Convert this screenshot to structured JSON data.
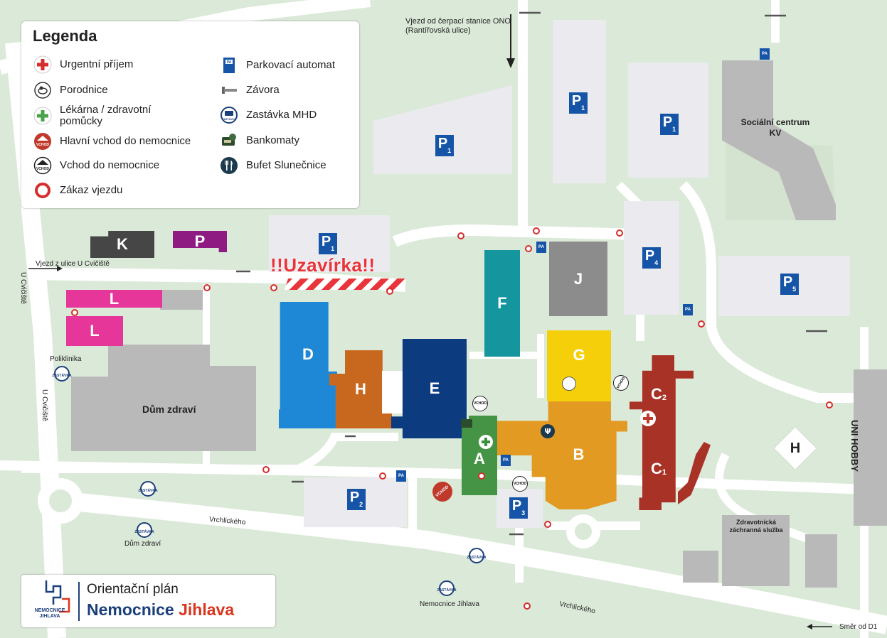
{
  "legend": {
    "title": "Legenda",
    "items_left": [
      {
        "icon": "cross-emergency-icon",
        "label": "Urgentní příjem"
      },
      {
        "icon": "baby-icon",
        "label": "Porodnice"
      },
      {
        "icon": "pharmacy-cross-icon",
        "label": "Lékárna / zdravotní pomůcky"
      },
      {
        "icon": "main-entrance-icon",
        "label": "Hlavní vchod do nemocnice"
      },
      {
        "icon": "entrance-icon",
        "label": "Vchod do nemocnice"
      },
      {
        "icon": "no-entry-icon",
        "label": "Zákaz vjezdu"
      }
    ],
    "items_right": [
      {
        "icon": "parking-machine-icon",
        "label": "Parkovací automat"
      },
      {
        "icon": "barrier-icon",
        "label": "Závora"
      },
      {
        "icon": "bus-stop-icon",
        "label": "Zastávka MHD"
      },
      {
        "icon": "atm-icon",
        "label": "Bankomaty"
      },
      {
        "icon": "cutlery-icon",
        "label": "Bufet Slunečnice"
      }
    ]
  },
  "icon_text": {
    "pa": "PA",
    "vchod": "VCHOD",
    "zastavka": "ZASTÁVKA"
  },
  "colors": {
    "grass": "#dbe9d8",
    "road": "#ffffff",
    "parking": "#ebebef",
    "parking_label": "#1554a6",
    "building_d": "#1f88d6",
    "building_h": "#c8681f",
    "building_e": "#0c3b80",
    "building_f": "#15969f",
    "building_j": "#8c8c8c",
    "building_g": "#f5cf0a",
    "building_b": "#e29a22",
    "building_a": "#459445",
    "building_c": "#a93226",
    "building_k": "#464646",
    "building_p": "#8e1b82",
    "building_l": "#e6369a",
    "closure": "#e8343a",
    "no_entry": "#d62d2d",
    "other_building": "#b9b9b9"
  },
  "buildings": {
    "a": "A",
    "b": "B",
    "c1": "C",
    "c1_sub": "1",
    "c2": "C",
    "c2_sub": "2",
    "d": "D",
    "e": "E",
    "f": "F",
    "g": "G",
    "h": "H",
    "h_ext": "H",
    "j": "J",
    "k": "K",
    "l1": "L",
    "l2": "L",
    "p": "P"
  },
  "parkings": [
    {
      "name": "P1-north",
      "label": "P",
      "sub": "1"
    },
    {
      "name": "P1-top",
      "label": "P",
      "sub": "1"
    },
    {
      "name": "P1-northeast",
      "label": "P",
      "sub": "1"
    },
    {
      "name": "P1-center",
      "label": "P",
      "sub": "1"
    },
    {
      "name": "P4",
      "label": "P",
      "sub": "4"
    },
    {
      "name": "P5",
      "label": "P",
      "sub": "5"
    },
    {
      "name": "P2",
      "label": "P",
      "sub": "2"
    },
    {
      "name": "P3",
      "label": "P",
      "sub": "3"
    }
  ],
  "closure": {
    "label": "!!Uzavírka!!"
  },
  "places": {
    "onoo": "Vjezd od čerpací stanice ONO (Rantířovská ulice)",
    "social": "Sociální centrum KV",
    "uni_hobby": "UNI HOBBY",
    "zachranna": "Zdravotnická záchranná služba",
    "dum_zdravi_bld": "Dům zdraví",
    "poliklinika": "Poliklinika",
    "dum_zdravi_stop": "Dům zdraví",
    "nemocnice_stop": "Nemocnice Jihlava",
    "u_cviciste_west": "U Cvičiště",
    "u_cviciste_south": "U Cvičiště",
    "vjezd_u_cviciste": "Vjezd z ulice U Cvičiště",
    "vrchlickeho_1": "Vrchlického",
    "vrchlickeho_2": "Vrchlického",
    "smer_d1": "Směr od D1"
  },
  "logo": {
    "mark_line1": "NEMOCNICE",
    "mark_line2": "JIHLAVA",
    "title": "Orientační plán",
    "name_part1": "Nemocnice",
    "name_part2": "Jihlava",
    "name_part2_color": "#d9361e"
  }
}
